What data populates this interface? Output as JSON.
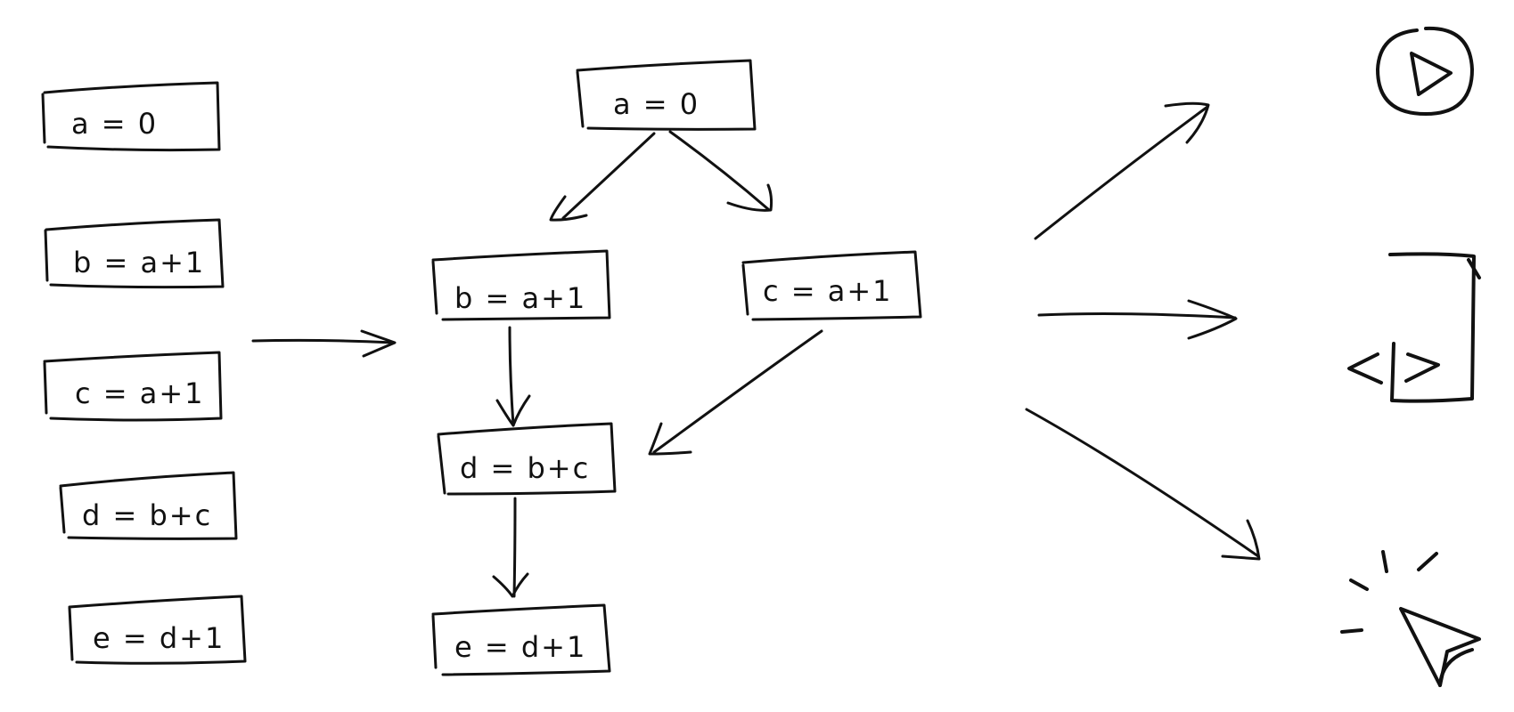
{
  "sequence": {
    "items": [
      {
        "label": "a = 0"
      },
      {
        "label": "b = a+1"
      },
      {
        "label": "c = a+1"
      },
      {
        "label": "d = b+c"
      },
      {
        "label": "e = d+1"
      }
    ]
  },
  "graph": {
    "nodes": [
      {
        "label": "a = 0"
      },
      {
        "label": "b = a+1"
      },
      {
        "label": "c = a+1"
      },
      {
        "label": "d = b+c"
      },
      {
        "label": "e = d+1"
      }
    ]
  },
  "icons": [
    {
      "name": "play-icon"
    },
    {
      "name": "code-file-icon"
    },
    {
      "name": "click-cursor-icon"
    }
  ]
}
